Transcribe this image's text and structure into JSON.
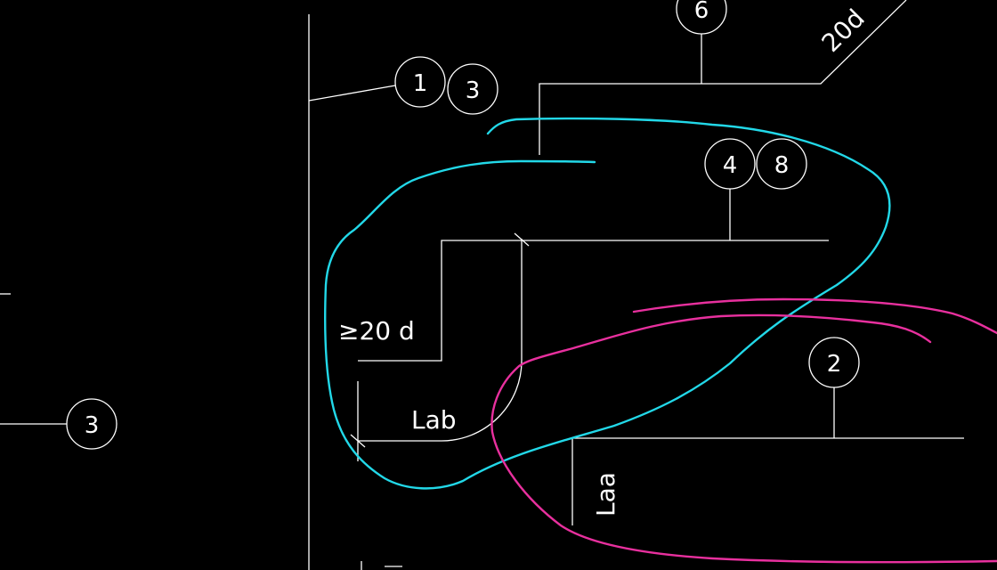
{
  "canvas": {
    "background": "#000000",
    "line_color": "#ffffff",
    "markup_colors": {
      "cyan": "#22d8e8",
      "magenta": "#e8309e"
    }
  },
  "callouts": {
    "b1": "1",
    "b3_top": "3",
    "b6": "6",
    "b4": "4",
    "b8": "8",
    "b2": "2",
    "b3_left": "3"
  },
  "dimensions": {
    "slope": "20d",
    "min_length": "≥20 d",
    "lab": "Lab",
    "laa": "Laa"
  }
}
